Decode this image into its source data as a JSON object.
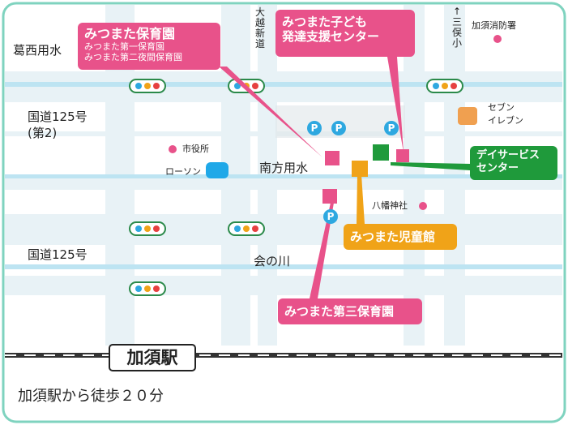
{
  "roads": {
    "kasai_yousui": "葛西用水",
    "route125_2": "国道125号\n(第2)",
    "route125": "国道125号",
    "minamikata_yousui": "南方用水",
    "ainokawa": "会の川",
    "oogoe_shindou": "大越新道",
    "to_sanbou": "↑三俣小"
  },
  "landmarks": {
    "city_hall": "市役所",
    "lawson": "ローソン",
    "fire_station": "加須消防署",
    "seven_eleven": "セブン\nイレブン",
    "hachiman_shrine": "八幡神社"
  },
  "callouts": {
    "nursery1": {
      "title": "みつまた保育園",
      "line1": "みつまた第一保育園",
      "line2": "みつまた第二夜間保育園"
    },
    "dev_center": "みつまた子ども\n発達支援センター",
    "day_service": "デイサービス\nセンター",
    "children_hall": "みつまた児童館",
    "nursery3": "みつまた第三保育園"
  },
  "parking_label": "P",
  "station": "加須駅",
  "footer": "加須駅から徒歩２０分",
  "colors": {
    "road": "#e8f2f6",
    "road_edge": "#b9d8e4",
    "water": "#bde4f2",
    "frame": "#7fd3bf",
    "pink": "#e8528a",
    "orange": "#f0a318",
    "green": "#1f9a3b",
    "parking": "#2ea8e0",
    "lawson": "#1fa8e8",
    "seven": "#f0a050",
    "marker": "#e8528a",
    "rail": "#333333"
  }
}
